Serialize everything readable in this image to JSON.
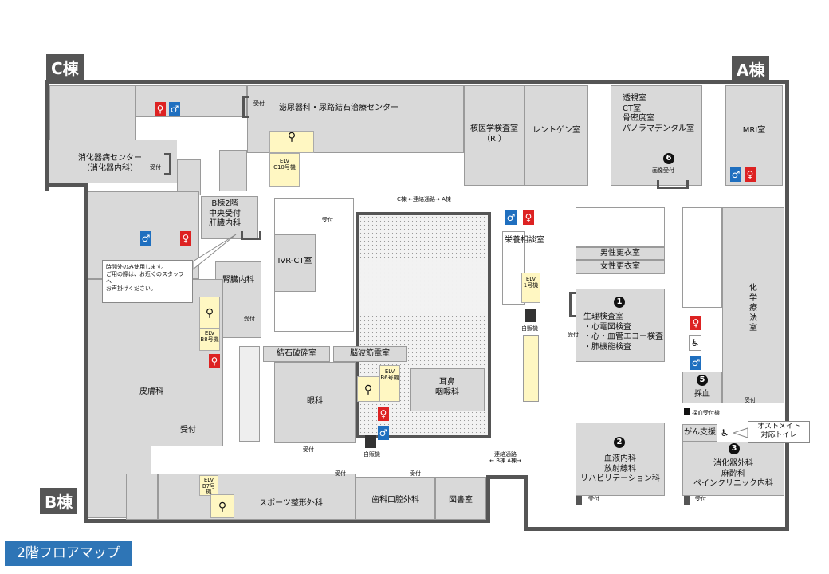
{
  "wings": {
    "c": "C棟",
    "a": "A棟",
    "b": "B棟"
  },
  "title": "2階フロアマップ",
  "colors": {
    "wall": "#555555",
    "room": "#d9d9d9",
    "title_bg": "#2e75b6",
    "elv_bg": "#fff7c2",
    "male": "#1f6fbf",
    "female": "#dd2222"
  },
  "rooms": {
    "urology": "泌尿器科・尿路結石治療センター",
    "nuclear": "核医学検査室\n（RI）",
    "xray": "レントゲン室",
    "fluoro": "透視室\nCT室\n骨密度室\nパノラマデンタル室",
    "mri": "MRI室",
    "gastro_center": "消化器病センター\n（消化器内科）",
    "b2_reception": "B棟2階\n中央受付\n肝臓内科",
    "ivr_ct": "IVR-CT室",
    "nutrition": "栄養相談室",
    "male_locker": "男性更衣室",
    "female_locker": "女性更衣室",
    "chemo": "化\n学\n療\n法\n室",
    "physio": "生理検査室\n・心電図検査\n・心・血管エコー検査\n・肺機能検査",
    "nephro": "腎臓内科",
    "lithotripsy": "結石破砕室",
    "emg": "脳波筋電室",
    "derma": "皮膚科",
    "ophth": "眼科",
    "ent": "耳鼻\n咽喉科",
    "blood_draw": "採血",
    "hematology": "血液内科\n放射線科\nリハビリテーション科",
    "cancer_support": "がん支援",
    "surgery": "消化器外科\n麻酔科\nペインクリニック内科",
    "sports": "スポーツ整形外科",
    "dental": "歯科口腔外科",
    "library": "図書室"
  },
  "labels": {
    "reception": "受付",
    "imaging_reception": "画像受付",
    "blood_reception": "採血受付機",
    "vending": "自販機",
    "corridor_top": "C棟 ←連絡通路→ A棟",
    "corridor_mid_1": "連絡通路",
    "corridor_mid_2": "← B棟  A棟→",
    "ostomy": "オストメイト\n対応トイレ",
    "notice": "時間外のみ使用します。\nご用の際は、お近くのスタッフへ\nお声掛けください。"
  },
  "elevators": {
    "c10": "ELV\nC10号機",
    "a1": "ELV\n1号機",
    "b8": "ELV\nB8号機",
    "b6": "ELV\nB6号機",
    "b7": "ELV\nB7号機"
  },
  "numbers": [
    "1",
    "2",
    "3",
    "5",
    "6"
  ],
  "toilet_glyphs": {
    "male": "♂",
    "female": "♀",
    "accessible": "♿"
  }
}
